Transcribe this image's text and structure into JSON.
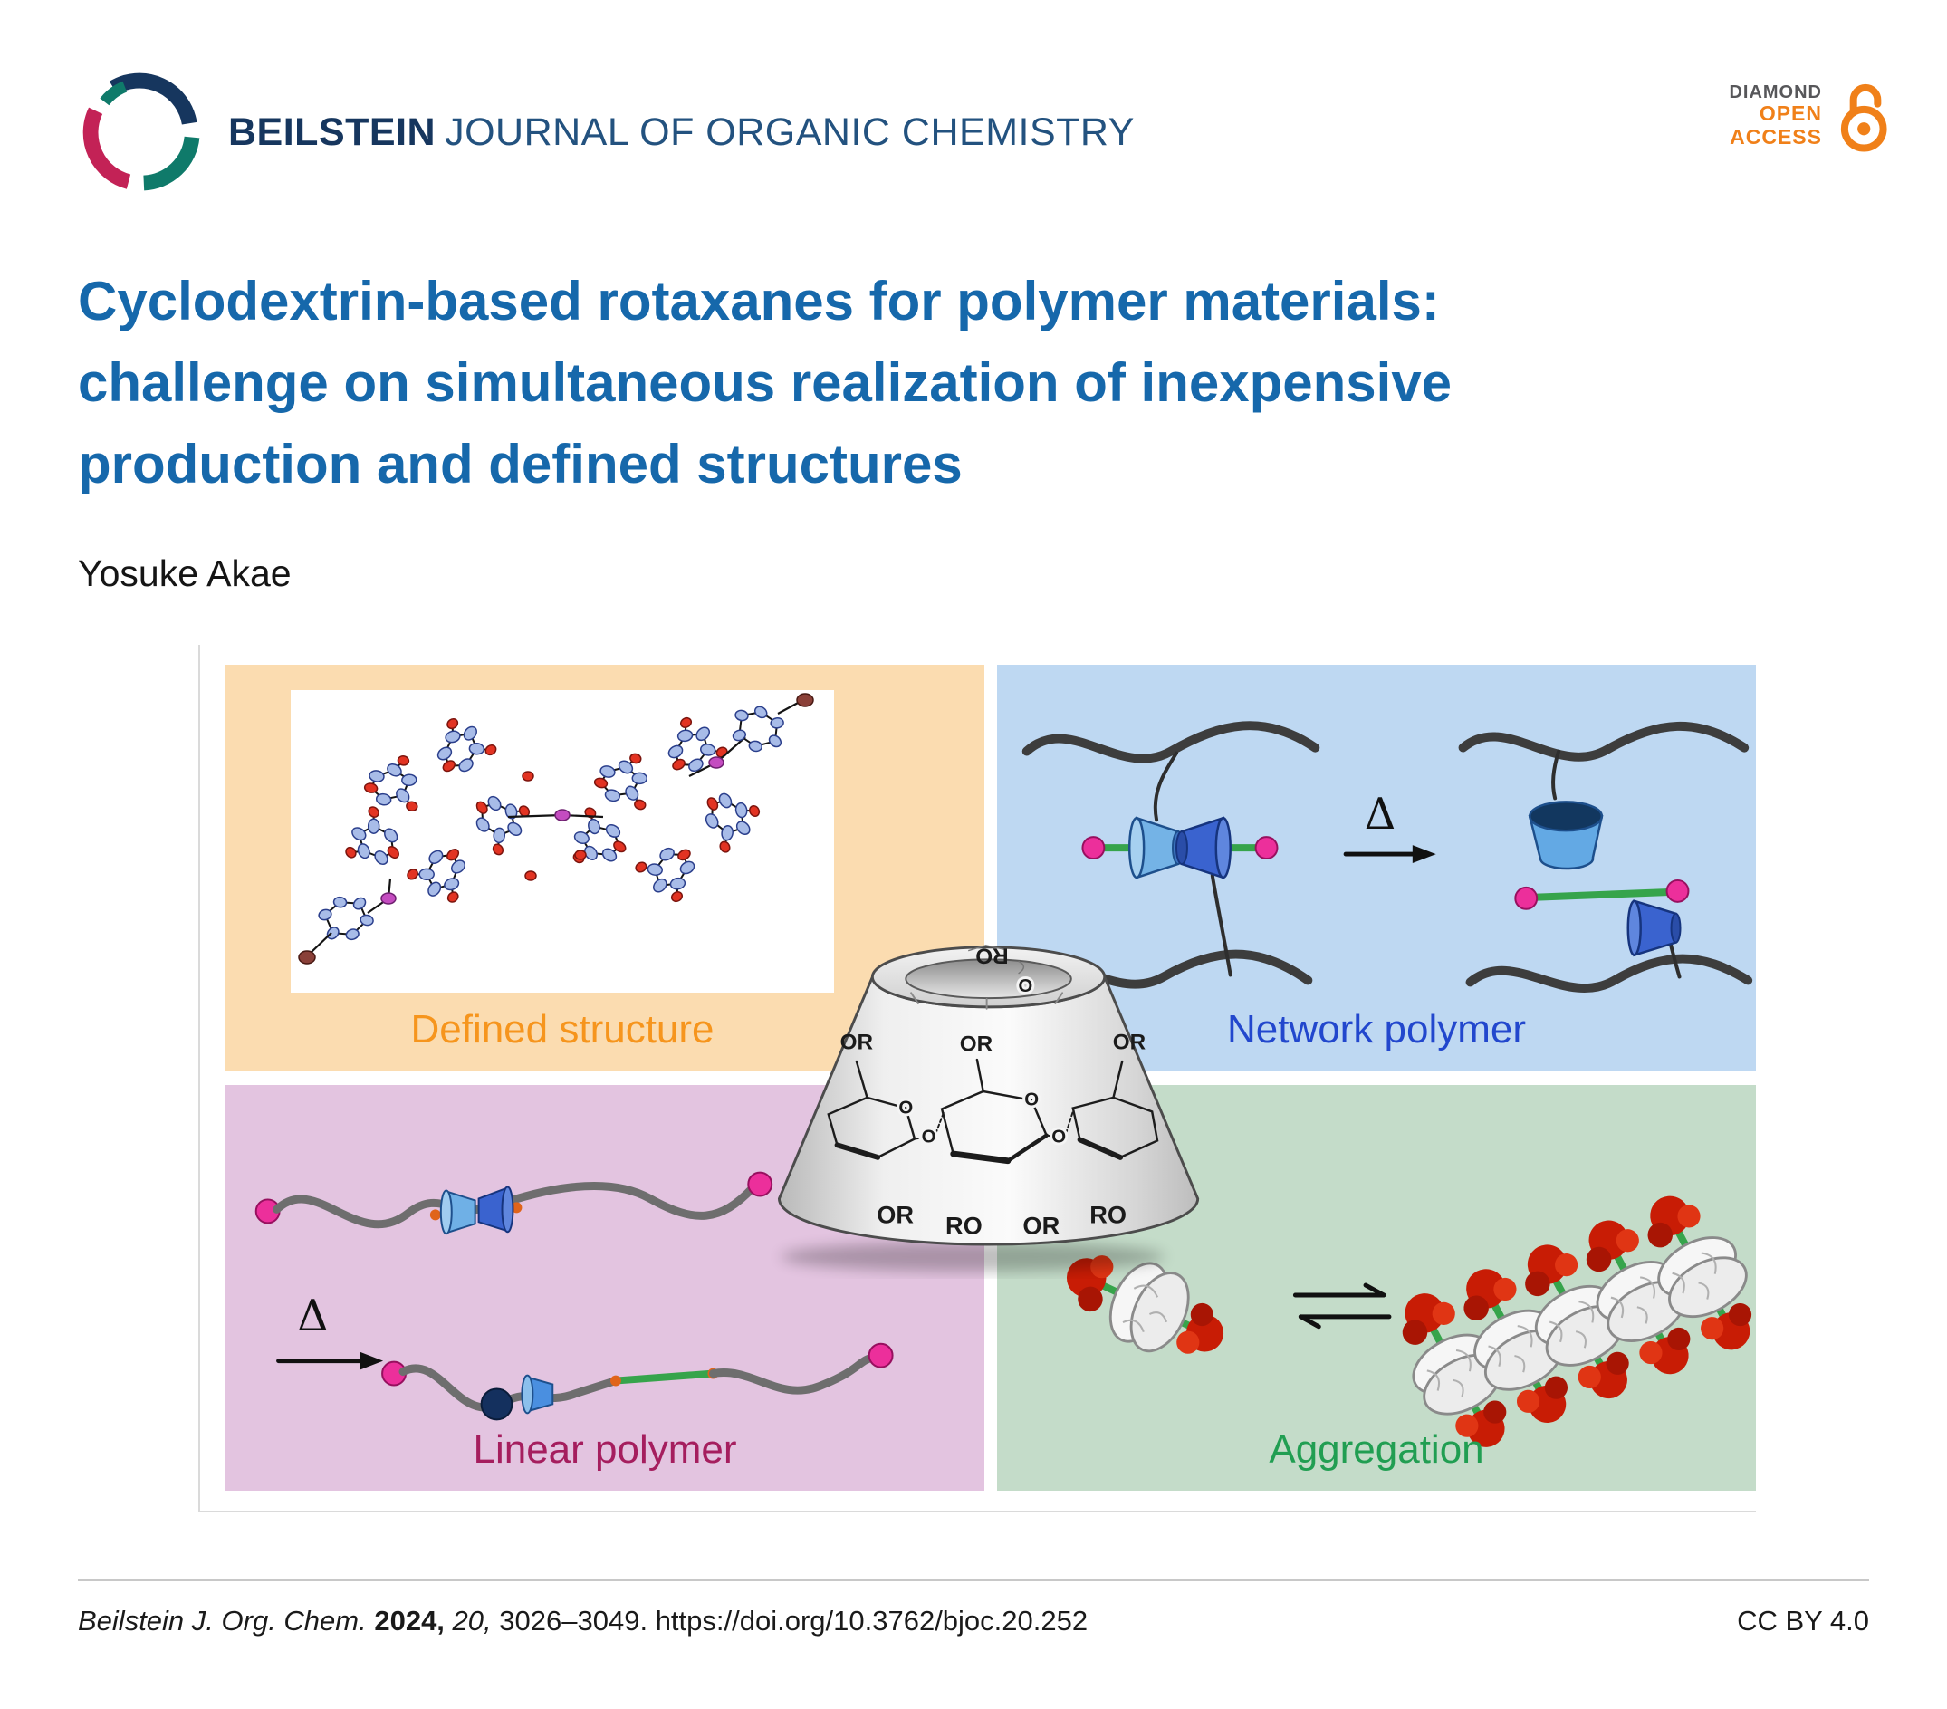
{
  "header": {
    "journal_bold": "BEILSTEIN",
    "journal_rest": "JOURNAL OF ORGANIC CHEMISTRY",
    "logo_colors": {
      "navy": "#16365e",
      "teal": "#0f7a6a",
      "crimson": "#c32256"
    },
    "open_access": {
      "diamond": "DIAMOND",
      "open": "OPEN",
      "access": "ACCESS",
      "orange": "#f08019",
      "gray": "#57575a"
    }
  },
  "article": {
    "title_lines": [
      "Cyclodextrin-based rotaxanes for polymer materials:",
      "challenge on simultaneous realization of inexpensive",
      "production and defined structures"
    ],
    "title_color": "#1668ab",
    "author": "Yosuke Akae"
  },
  "abstract": {
    "delta": "Δ",
    "panels": {
      "defined_structure": {
        "label": "Defined structure",
        "bg": "#fbdcb0",
        "label_color": "#f6951d"
      },
      "network_polymer": {
        "label": "Network polymer",
        "bg": "#bed8f2",
        "label_color": "#2247cd"
      },
      "linear_polymer": {
        "label": "Linear polymer",
        "bg": "#e3c4e0",
        "label_color": "#a51e5e"
      },
      "aggregation": {
        "label": "Aggregation",
        "bg": "#c4dcc9",
        "label_color": "#219e52"
      }
    },
    "cyclodextrin": {
      "top_label": "RO",
      "front_labels": [
        "OR",
        "OR",
        "OR"
      ],
      "bottom_labels": [
        "OR",
        "RO",
        "OR",
        "RO"
      ],
      "o_atom": "O"
    },
    "palette": {
      "polymer_chain": "#3d3d3d",
      "linear_chain": "#6e6e6e",
      "axle_green": "#36a44b",
      "stopper_pink": "#ec2f9b",
      "stopper_red": "#c81c05",
      "cyclodextrin_blue_light": "#74b3e6",
      "cyclodextrin_blue_dark": "#3a63cf"
    }
  },
  "footer": {
    "citation": {
      "journal": "Beilstein J. Org. Chem.",
      "year": "2024,",
      "volume": "20,",
      "pages": "3026–3049.",
      "doi": "https://doi.org/10.3762/bjoc.20.252"
    },
    "license": "CC BY 4.0"
  }
}
